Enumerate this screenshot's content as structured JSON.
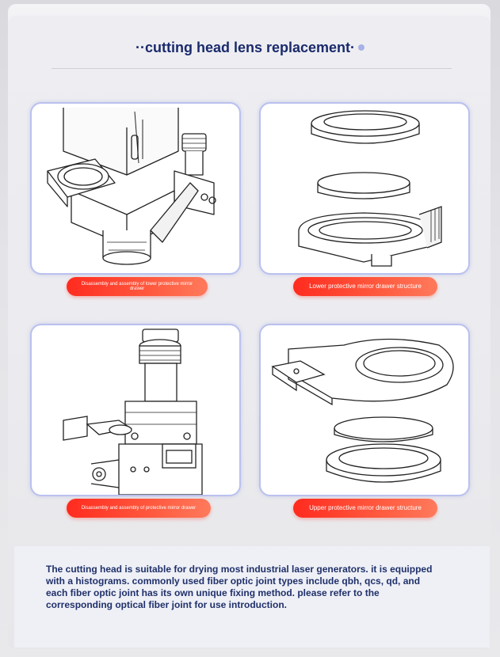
{
  "header": {
    "title": "··cutting head lens replacement·"
  },
  "panels": [
    {
      "caption": "Disassembly and assembly of lower protective mirror drawer",
      "illustration": "cutting-head-lower-drawer-disassembly"
    },
    {
      "caption": "Lower protective mirror drawer structure",
      "illustration": "lower-drawer-exploded-view"
    },
    {
      "caption": "Disassembly and assembly of protective mirror drawer",
      "illustration": "cutting-head-upper-drawer-disassembly"
    },
    {
      "caption": "Upper protective mirror drawer structure",
      "illustration": "upper-drawer-exploded-view"
    }
  ],
  "footer": {
    "text": "The cutting head is suitable for drying most industrial laser generators. it is equipped with a histograms. commonly used fiber optic joint types include qbh, qcs, qd, and each fiber optic joint has its own unique fixing method. please refer to the corresponding optical fiber joint for use introduction."
  },
  "colors": {
    "title": "#1a2a6c",
    "panel_border": "#b9c1ee",
    "pill_red": "#ff2b1f",
    "footer_text": "#20306a"
  }
}
